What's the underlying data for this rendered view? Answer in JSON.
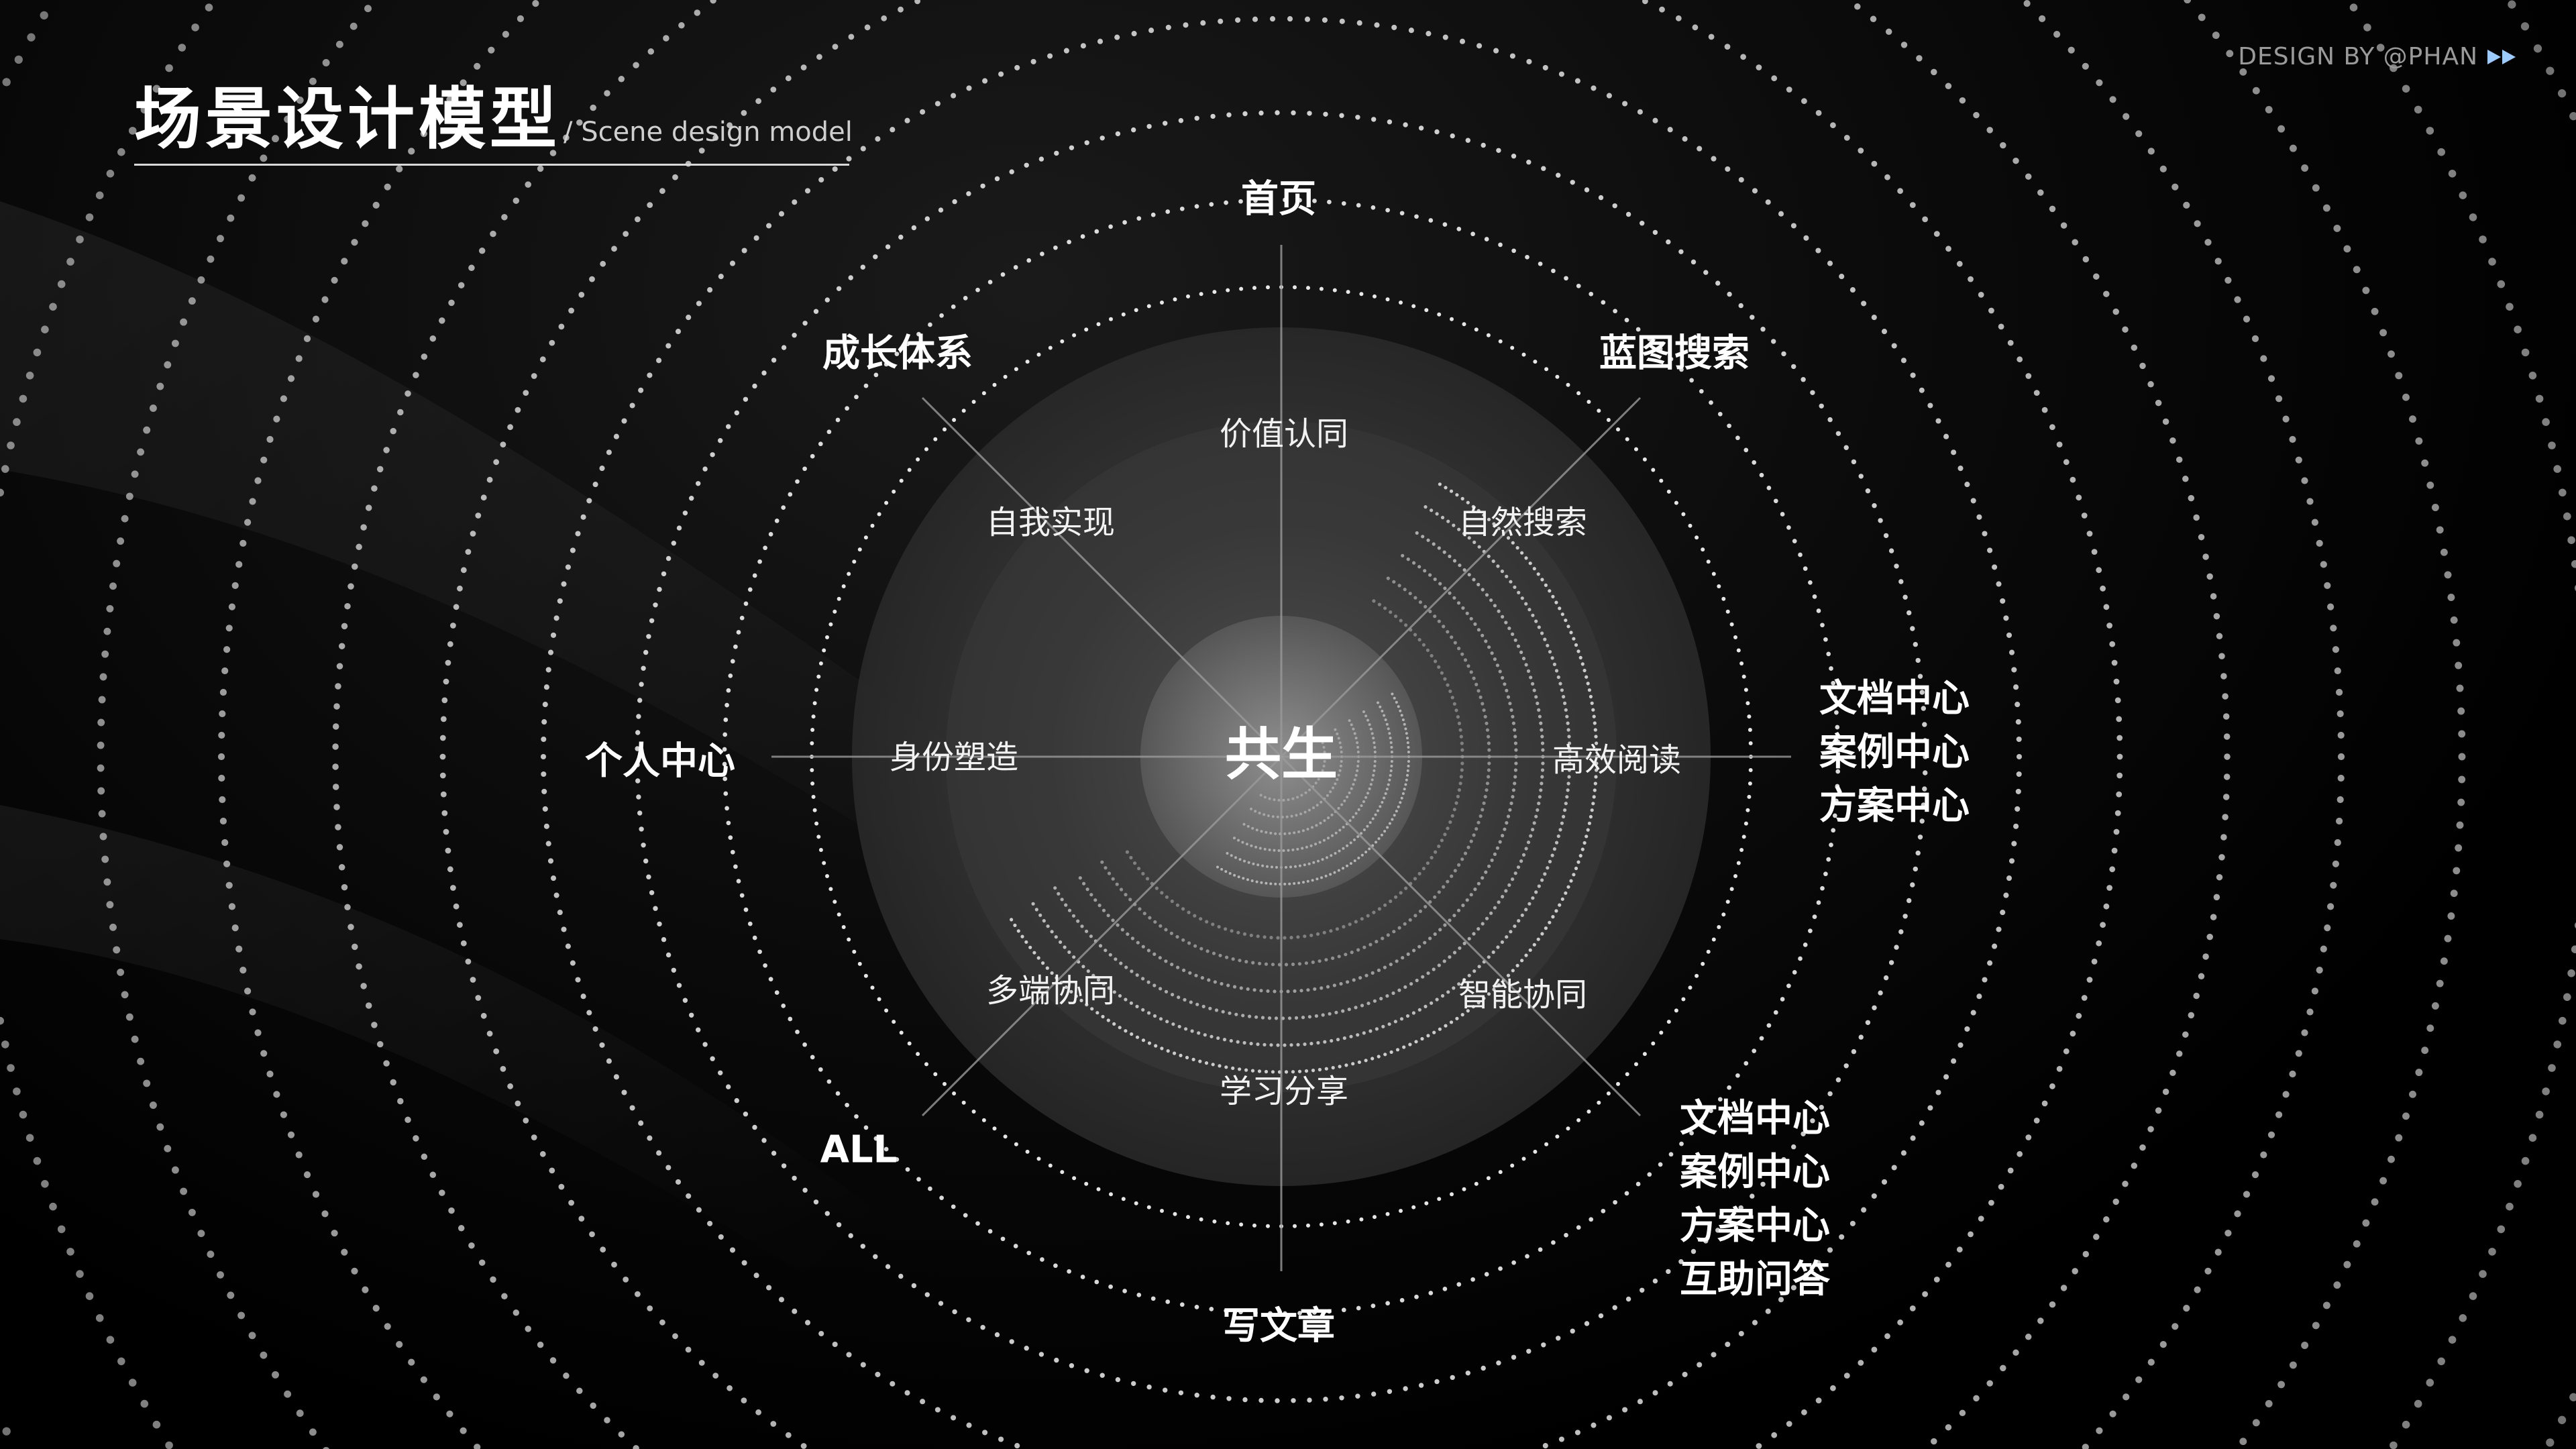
{
  "header": {
    "title": "场景设计模型",
    "subtitle": "/ Scene design model",
    "brand": "DESIGN BY @PHAN"
  },
  "diagram": {
    "center": "共生",
    "outer": {
      "top": "首页",
      "top_left": "成长体系",
      "top_right": "蓝图搜索",
      "left": "个人中心",
      "bottom_left": "ALL",
      "bottom": "写文章"
    },
    "outer_right": [
      "文档中心",
      "案例中心",
      "方案中心"
    ],
    "outer_bottom_right": [
      "文档中心",
      "案例中心",
      "方案中心",
      "互助问答"
    ],
    "inner": {
      "top": "价值认同",
      "top_left": "自我实现",
      "top_right": "自然搜索",
      "left": "身份塑造",
      "right": "高效阅读",
      "bottom_left": "多端协同",
      "bottom_right": "智能协同",
      "bottom": "学习分享"
    }
  },
  "colors": {
    "background": "#000000",
    "text": "#ffffff",
    "dots": "#ffffff",
    "axis": "#9a9a9a",
    "arrow_accent": "#9ecbff"
  }
}
